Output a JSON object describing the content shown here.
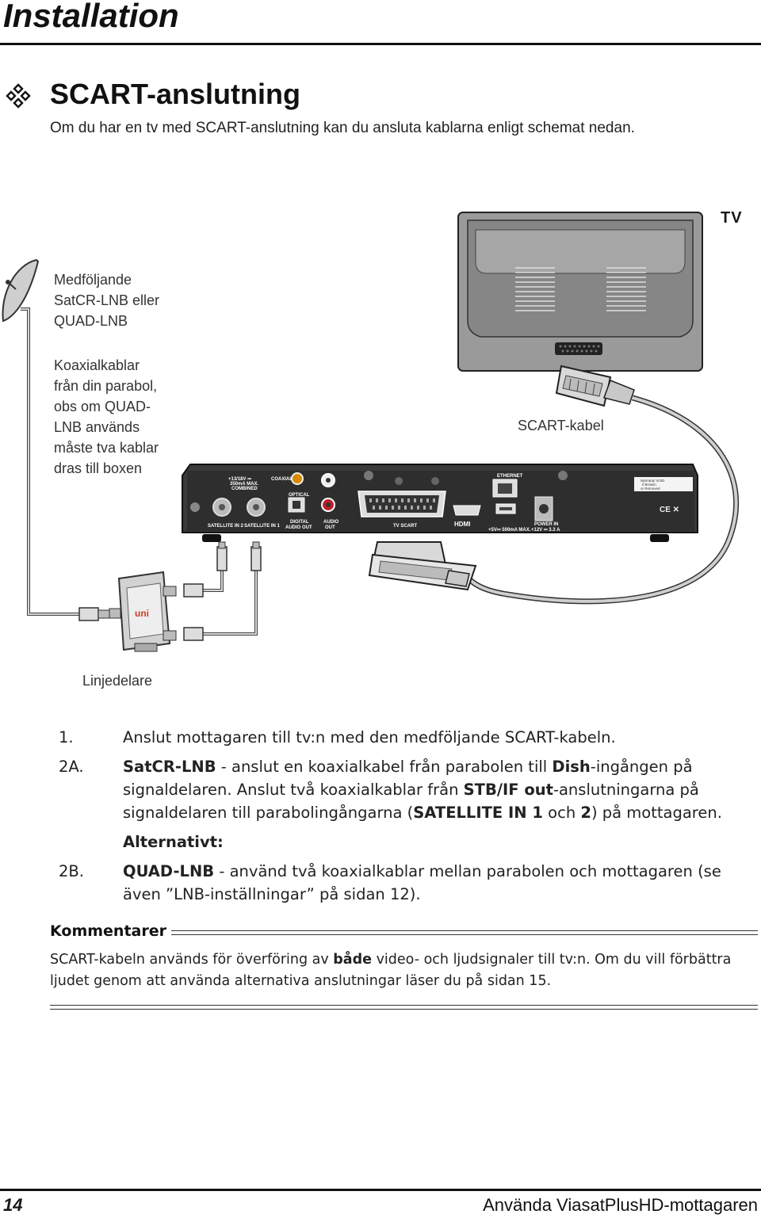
{
  "header": {
    "title": "Installation"
  },
  "section": {
    "title": "SCART-anslutning",
    "intro": "Om du har en tv med SCART-anslutning kan du ansluta kablarna enligt schemat nedan."
  },
  "diagram": {
    "tv_label": "TV",
    "lnb_label": [
      "Medföljande",
      "SatCR-LNB eller",
      "QUAD-LNB"
    ],
    "coax_label": [
      "Koaxialkablar",
      "från din parabol,",
      "obs om QUAD-",
      "LNB används",
      "måste tva kablar",
      "dras till boxen"
    ],
    "scart_cable_label": "SCART-kabel",
    "splitter_label": "Linjedelare",
    "receiver_ports": {
      "lnb_power": "13/18V",
      "lnb_current": "350mA MAX.",
      "combined": "COMBINED",
      "sat2": "SATELLITE IN 2",
      "sat1": "SATELLITE IN 1",
      "coaxial": "COAXIAL",
      "optical": "OPTICAL",
      "digital_audio_out": "DIGITAL",
      "digital_audio_out2": "AUDIO OUT",
      "audio_out": "AUDIO",
      "audio_out2": "OUT",
      "tv_scart": "TV SCART",
      "ethernet": "ETHERNET",
      "usb_power": "+5V 500mA MAX.",
      "power_in": "POWER IN",
      "power_rating": "+12V 3.3 A",
      "warranty": "Warranty VOID if Broken or Removed"
    }
  },
  "steps": [
    {
      "num": "1.",
      "parts": [
        {
          "t": "Anslut mottagaren till tv:n med den medföljande SCART-kabeln.",
          "b": false
        }
      ]
    },
    {
      "num": "2A.",
      "parts": [
        {
          "t": "SatCR-LNB",
          "b": true
        },
        {
          "t": " - anslut en koaxialkabel från parabolen till ",
          "b": false
        },
        {
          "t": "Dish",
          "b": true
        },
        {
          "t": "-ingången på signaldelaren. Anslut två koaxialkablar från ",
          "b": false
        },
        {
          "t": "STB/IF out",
          "b": true
        },
        {
          "t": "-anslutningarna på signaldelaren till parabolingångarna (",
          "b": false
        },
        {
          "t": "SATELLITE IN 1",
          "b": true
        },
        {
          "t": " och ",
          "b": false
        },
        {
          "t": "2",
          "b": true
        },
        {
          "t": ") på mottagaren.",
          "b": false
        }
      ]
    },
    {
      "num": "",
      "alt": "Alternativt:"
    },
    {
      "num": "2B.",
      "parts": [
        {
          "t": "QUAD-LNB",
          "b": true
        },
        {
          "t": " - använd två koaxialkablar mellan parabolen och mottagaren (se även ”LNB-inställningar” på sidan 12).",
          "b": false
        }
      ]
    }
  ],
  "comments": {
    "heading": "Kommentarer",
    "body": [
      {
        "t": "SCART-kabeln används för överföring av ",
        "b": false
      },
      {
        "t": "både",
        "b": true
      },
      {
        "t": " video- och ljudsignaler till tv:n. Om du vill förbättra ljudet genom att använda alternativa anslutningar läser du på sidan 15.",
        "b": false
      }
    ]
  },
  "footer": {
    "page": "14",
    "title": "Använda ViasatPlusHD-mottagaren"
  }
}
